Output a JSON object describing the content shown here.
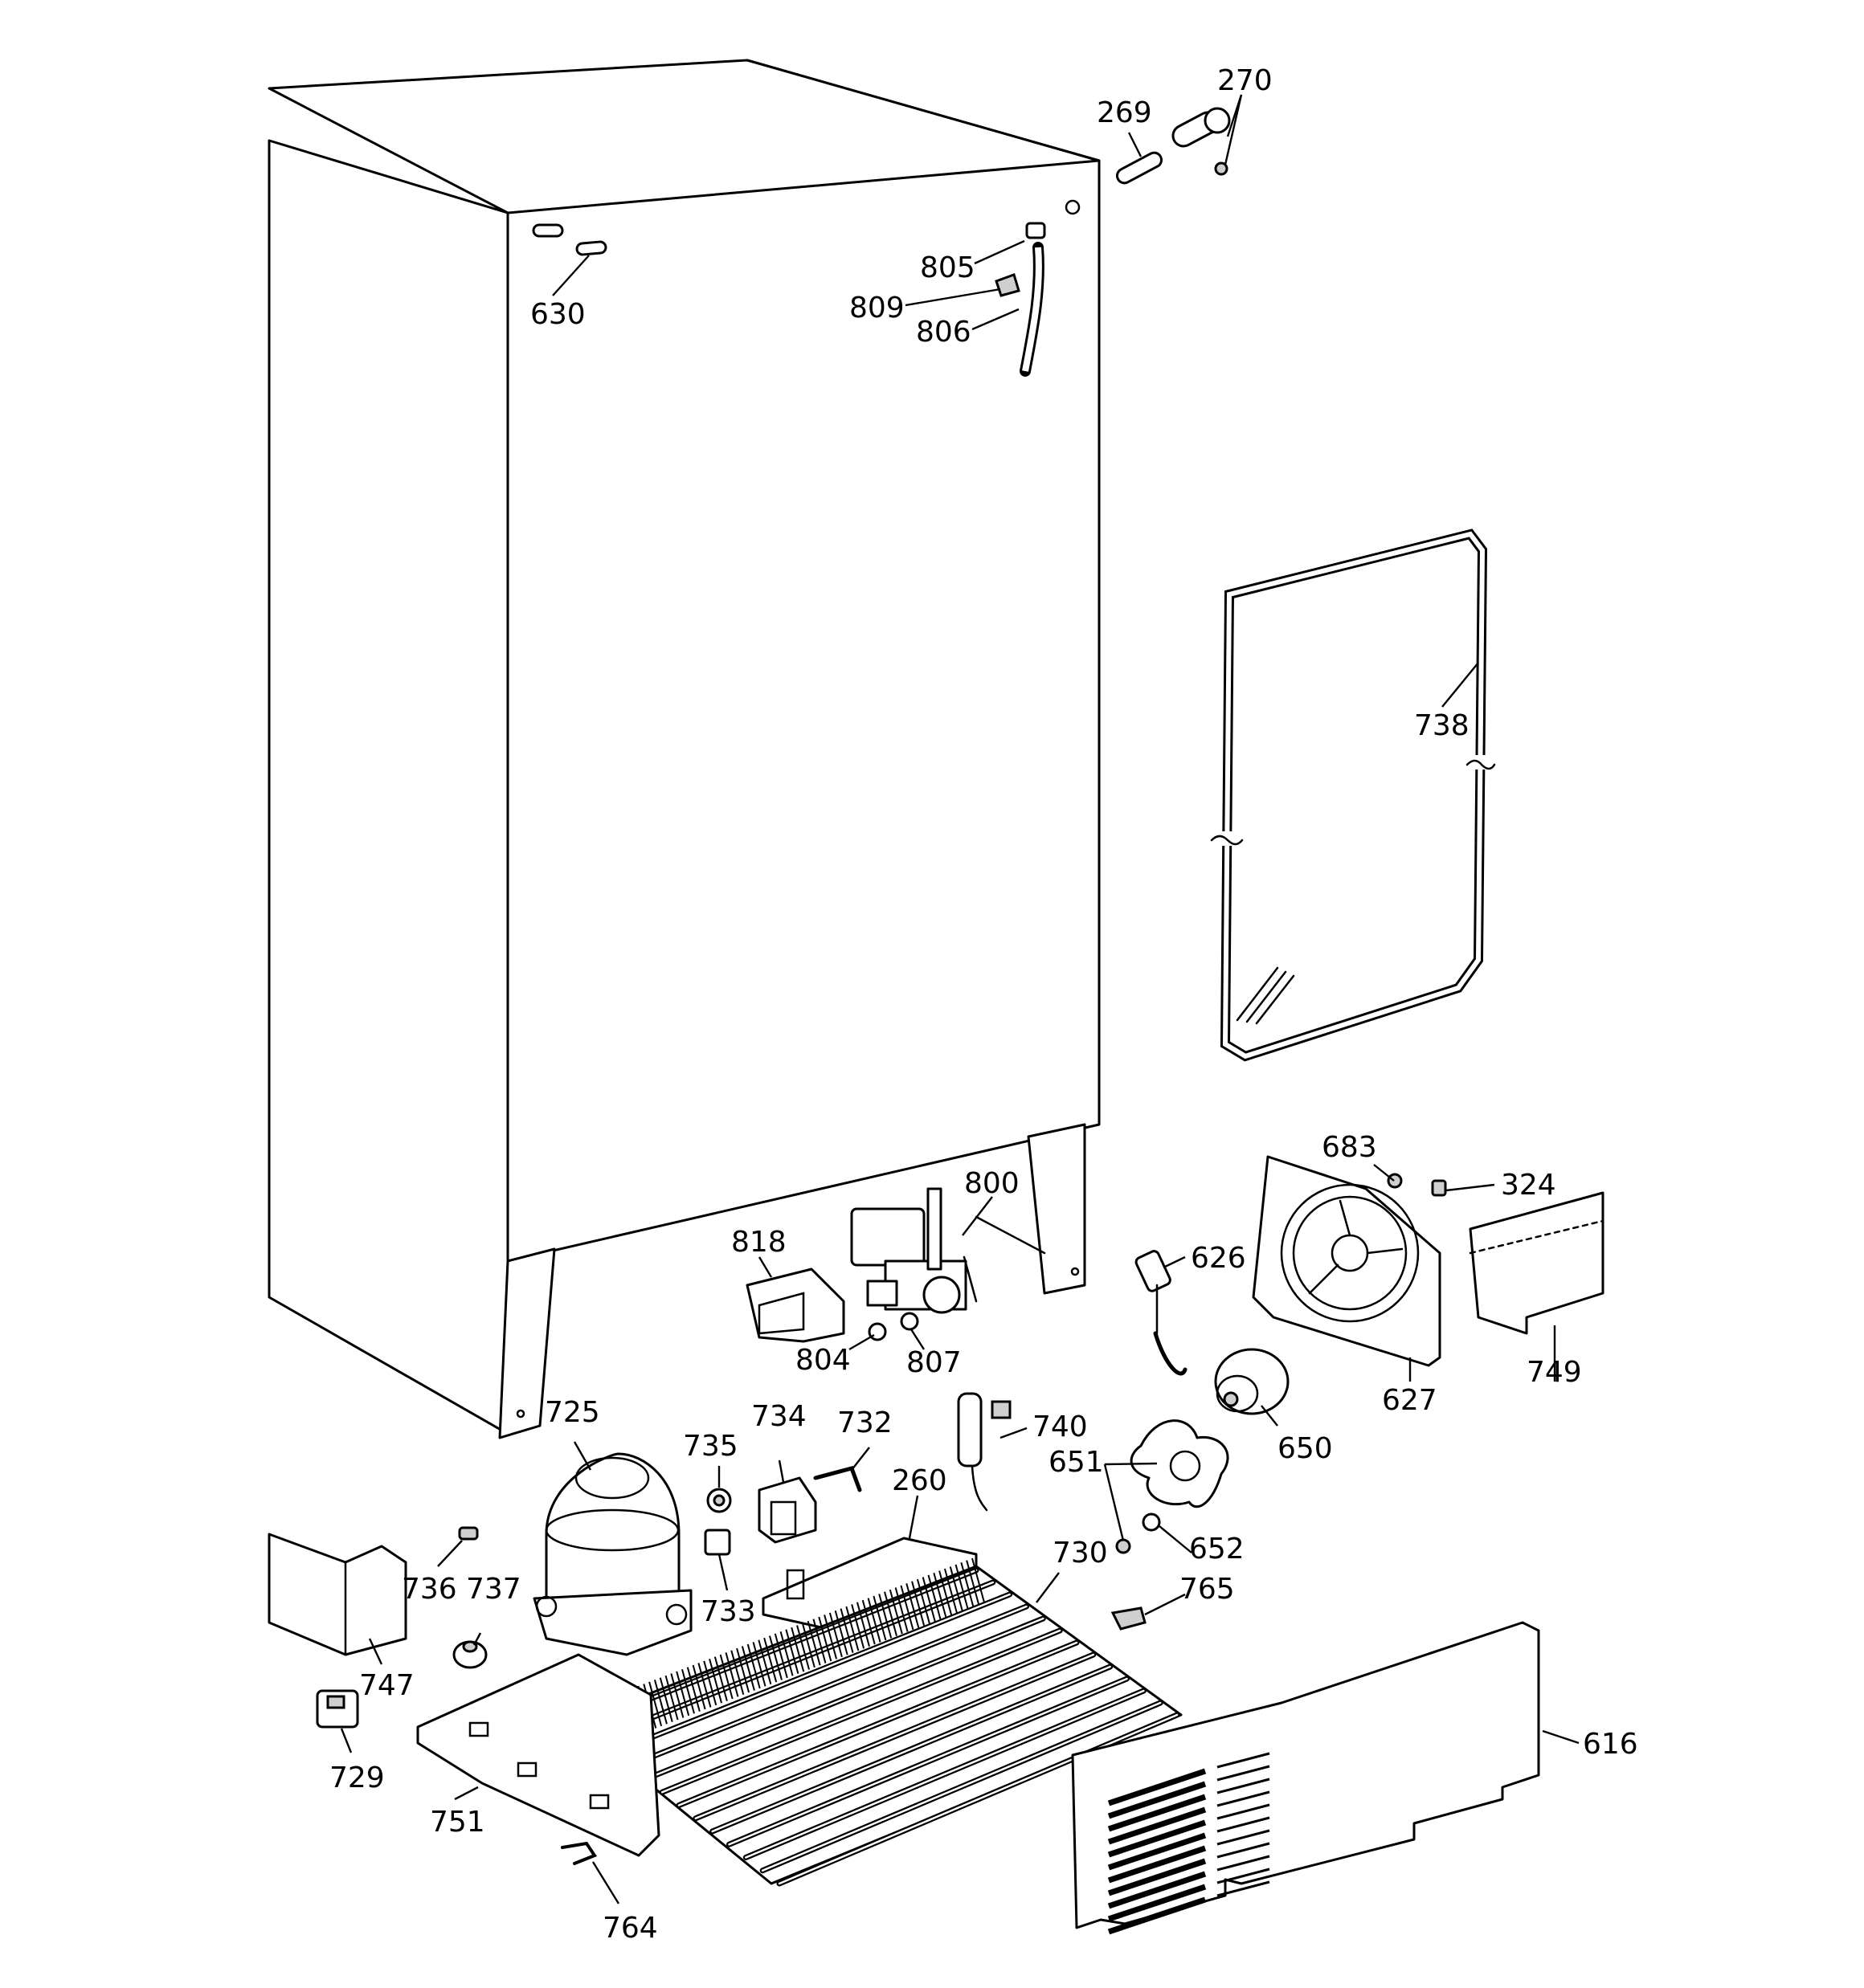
{
  "callouts": {
    "p269": "269",
    "p270": "270",
    "p805": "805",
    "p809": "809",
    "p806": "806",
    "p630": "630",
    "p738": "738",
    "p683": "683",
    "p324": "324",
    "p800": "800",
    "p818": "818",
    "p626": "626",
    "p804": "804",
    "p807": "807",
    "p627": "627",
    "p749": "749",
    "p725": "725",
    "p734": "734",
    "p732": "732",
    "p740": "740",
    "p735": "735",
    "p260": "260",
    "p651": "651",
    "p650": "650",
    "p652": "652",
    "p730": "730",
    "p736": "736",
    "p737": "737",
    "p733": "733",
    "p765": "765",
    "p747": "747",
    "p729": "729",
    "p751": "751",
    "p616": "616",
    "p764": "764"
  },
  "colors": {
    "line": "#000000",
    "background": "#ffffff",
    "shade": "#cfcfcf"
  }
}
